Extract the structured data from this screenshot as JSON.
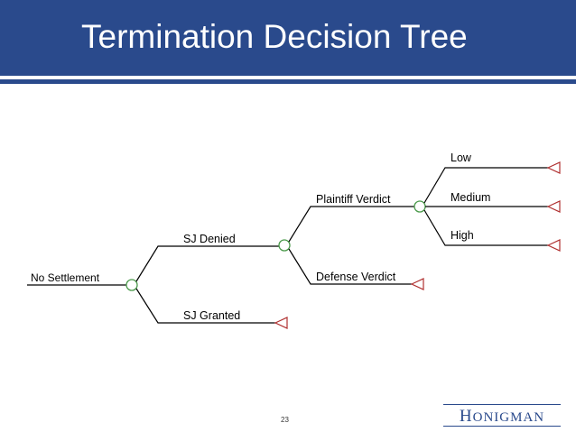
{
  "slide": {
    "title": "Termination Decision Tree",
    "page_number": "23"
  },
  "logo": {
    "initial": "H",
    "rest": "ONIGMAN"
  },
  "tree": {
    "root": "No Settlement",
    "sj_denied": "SJ Denied",
    "sj_granted": "SJ Granted",
    "plaintiff_verdict": "Plaintiff Verdict",
    "defense_verdict": "Defense Verdict",
    "low": "Low",
    "medium": "Medium",
    "high": "High"
  },
  "colors": {
    "title_bar": "#2a4a8c",
    "chance_node": "#4a9a4a",
    "terminal_node": "#b03030"
  }
}
